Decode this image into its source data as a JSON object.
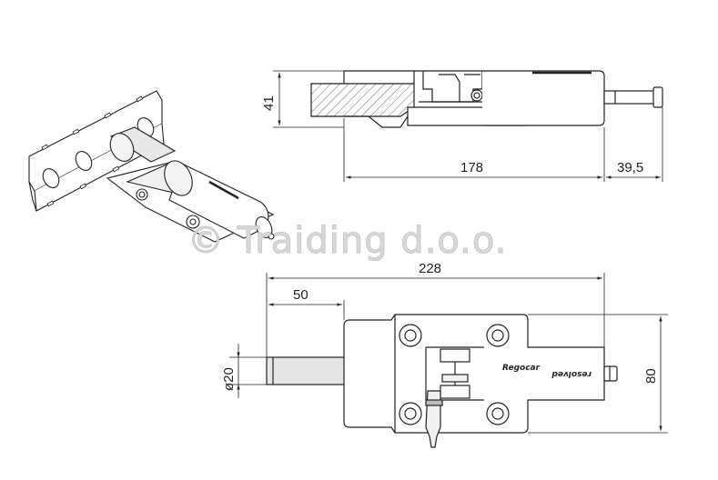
{
  "dimensions": {
    "top_height": "41",
    "top_length": "178",
    "top_pin_extension": "39,5",
    "bottom_overall": "228",
    "bottom_pin": "50",
    "bottom_diameter": "ø20",
    "bottom_height": "80"
  },
  "brand": {
    "line1": "Regocar",
    "line2": "resolved"
  },
  "watermark": "© Traiding d.o.o."
}
